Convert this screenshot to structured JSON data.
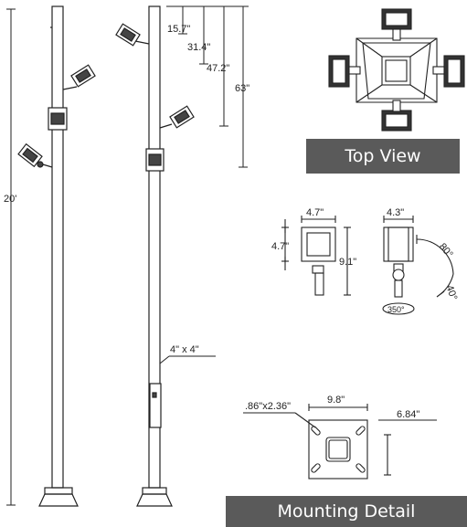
{
  "labels": {
    "top_view": "Top View",
    "mounting_detail": "Mounting Detail"
  },
  "dimensions": {
    "pole_height": "20'",
    "h1": "15.7\"",
    "h2": "31.4\"",
    "h3": "47.2\"",
    "h4": "63\"",
    "pole_section": "4\" x 4\"",
    "fixture_width": "4.7\"",
    "fixture_height": "4.7\"",
    "fixture_total": "9.1\"",
    "fixture_depth": "4.3\"",
    "tilt_up": "80°",
    "tilt_down": "40°",
    "rotation": "350°",
    "plate_width": "9.8\"",
    "slot_size": ".86\"x2.36\"",
    "plate_offset": "6.84\""
  },
  "colors": {
    "line": "#222222",
    "banner_bg": "#5a5a5a",
    "banner_text": "#ffffff",
    "fixture_dark": "#333333"
  }
}
